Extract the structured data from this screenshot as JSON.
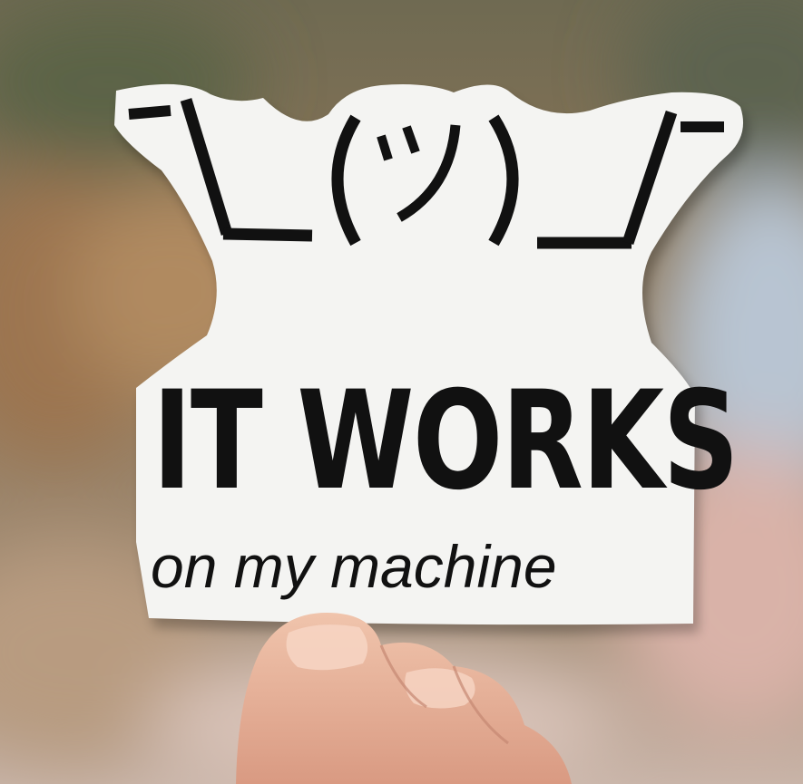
{
  "sticker": {
    "emoticon": "¯\\_(ツ)_/¯",
    "headline": "IT WORKS",
    "subline": "on my machine"
  },
  "colors": {
    "sticker_fill": "#f4f4f2",
    "ink": "#111111",
    "background_warm": "#8a7459",
    "background_cool": "#aab8c8",
    "skin": "#e8b8a0"
  }
}
